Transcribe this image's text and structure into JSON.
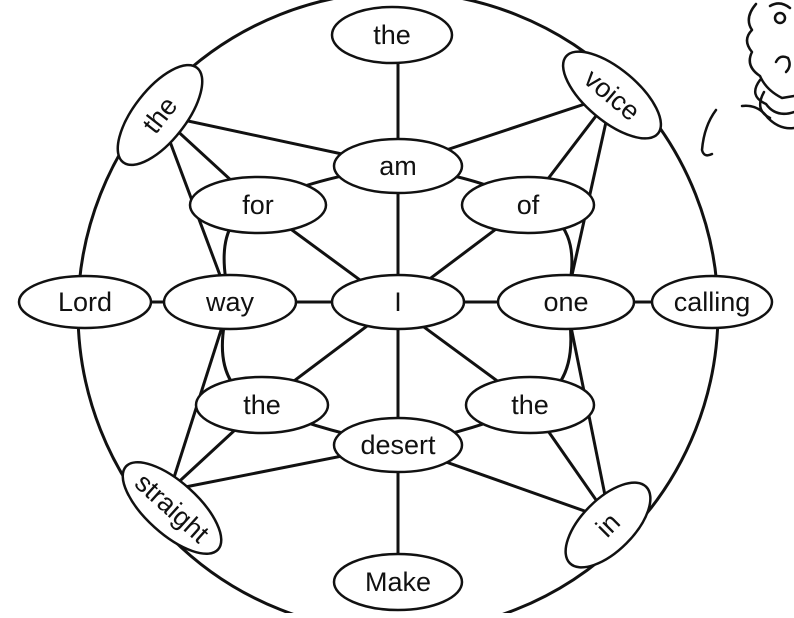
{
  "diagram": {
    "words": {
      "top": "the",
      "top_left": "the",
      "top_right": "voice",
      "left": "Lord",
      "right": "calling",
      "bottom_left": "straight",
      "bottom_right": "in",
      "bottom": "Make",
      "inner_top": "am",
      "inner_top_left": "for",
      "inner_top_right": "of",
      "inner_left": "way",
      "center": "I",
      "inner_right": "one",
      "inner_bottom_left": "the",
      "inner_bottom_right": "the",
      "inner_bottom": "desert"
    },
    "decoration": {
      "icon": "bearded-man-sketch-icon"
    }
  }
}
